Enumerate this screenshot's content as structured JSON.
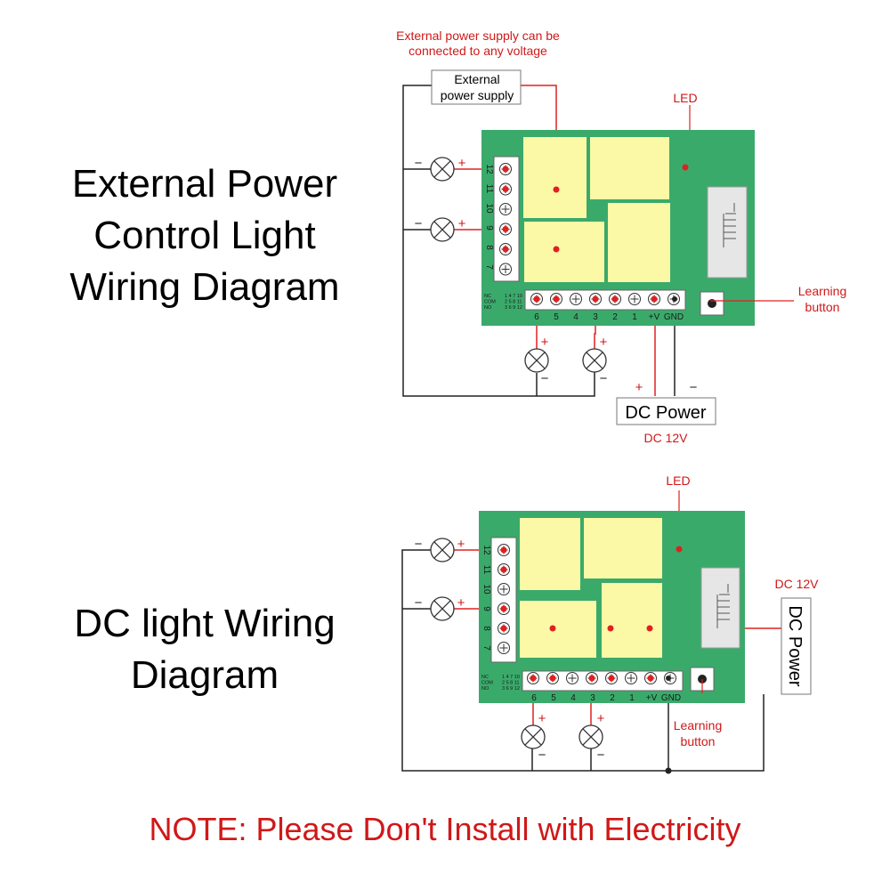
{
  "diagram1": {
    "title_lines": [
      "External Power",
      "Control Light",
      "Wiring Diagram"
    ],
    "supply_note_lines": [
      "External power supply can be",
      "connected to any voltage"
    ],
    "supply_box_lines": [
      "External",
      "power supply"
    ],
    "led_label": "LED",
    "learning_lines": [
      "Learning",
      "button"
    ],
    "dc_box": "DC Power",
    "dc_voltage": "DC 12V",
    "plus": "+",
    "minus": "−"
  },
  "diagram2": {
    "title_lines": [
      "DC light Wiring",
      "Diagram"
    ],
    "led_label": "LED",
    "dc_voltage": "DC 12V",
    "dc_box": "DC Power",
    "learning_lines": [
      "Learning",
      "button"
    ],
    "plus": "+",
    "minus": "−"
  },
  "board": {
    "side_terminals": [
      "12",
      "11",
      "10",
      "9",
      "8",
      "7"
    ],
    "bottom_terminals": [
      "6",
      "5",
      "4",
      "3",
      "2",
      "1",
      "+V",
      "GND"
    ],
    "legend": {
      "rows": [
        "NC",
        "COM",
        "NO"
      ],
      "values": [
        "1 4 7 10",
        "2 5 8 11",
        "3 6 9 12"
      ]
    }
  },
  "note": "NOTE: Please Don't Install with Electricity",
  "colors": {
    "board": "#3aaa6b",
    "relay": "#fbf8a6",
    "wire_red": "#e02020",
    "text_red": "#d01818",
    "wire_black": "#222222",
    "antenna": "#e6e6e6"
  }
}
